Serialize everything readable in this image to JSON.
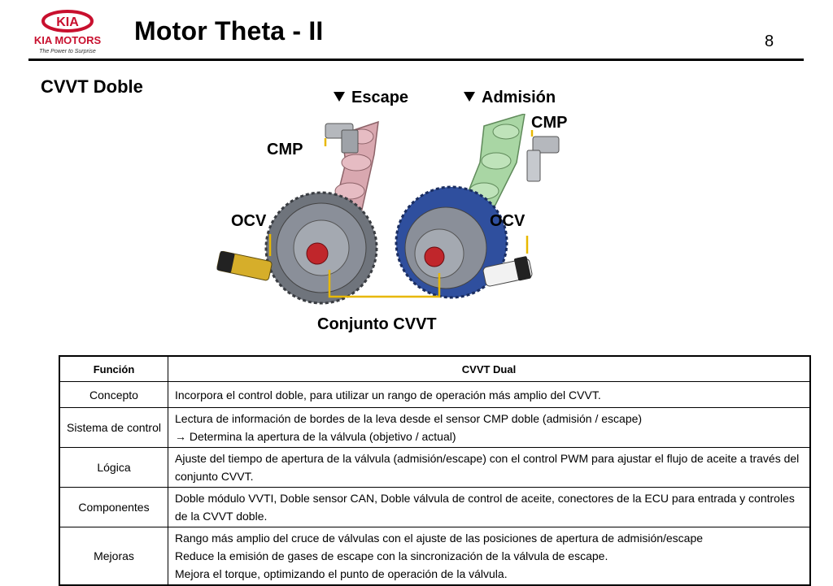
{
  "header": {
    "logo_text": "KIA",
    "logo_brand": "KIA MOTORS",
    "logo_tagline": "The Power to Surprise",
    "title": "Motor Theta - II",
    "page_number": "8"
  },
  "section_title": "CVVT Doble",
  "diagram": {
    "escape_label": "Escape",
    "admision_label": "Admisión",
    "cmp_left": "CMP",
    "cmp_right": "CMP",
    "ocv_left": "OCV",
    "ocv_right": "OCV",
    "conjunto_label": "Conjunto CVVT",
    "colors": {
      "exhaust_cam": "#d9a8b0",
      "intake_cam": "#a9d6a4",
      "exhaust_gear": "#8a8f99",
      "intake_gear": "#2f4f9e",
      "leader": "#e8b800"
    }
  },
  "table": {
    "headers": [
      "Función",
      "CVVT Dual"
    ],
    "rows": [
      {
        "fn": "Concepto",
        "desc": [
          "Incorpora el control doble, para utilizar un rango de operación más amplio del CVVT."
        ]
      },
      {
        "fn": "Sistema de control",
        "desc": [
          "Lectura de información de bordes de la leva desde el sensor CMP doble (admisión / escape)",
          "→ Determina la apertura de la válvula (objetivo / actual)"
        ]
      },
      {
        "fn": "Lógica",
        "desc": [
          "Ajuste del tiempo de apertura de la válvula (admisión/escape) con el control PWM para ajustar el flujo de aceite a través del conjunto CVVT."
        ]
      },
      {
        "fn": "Componentes",
        "desc": [
          "Doble módulo VVTI, Doble sensor CAN, Doble válvula de control de aceite, conectores de la ECU para entrada y controles de la CVVT doble."
        ]
      },
      {
        "fn": "Mejoras",
        "desc": [
          "Rango más amplio del cruce de válvulas con el ajuste de las posiciones de apertura de admisión/escape",
          "Reduce la emisión de gases de escape con la sincronización de la válvula de escape.",
          "Mejora el torque, optimizando el punto de operación de la válvula."
        ]
      }
    ]
  }
}
